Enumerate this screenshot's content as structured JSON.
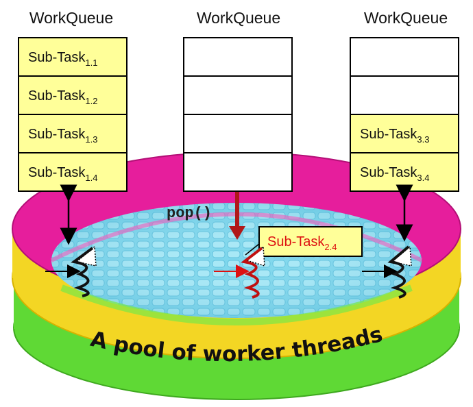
{
  "queues": [
    {
      "title": "WorkQueue",
      "cells": [
        {
          "base": "Sub-Task",
          "sub": "1.1"
        },
        {
          "base": "Sub-Task",
          "sub": "1.2"
        },
        {
          "base": "Sub-Task",
          "sub": "1.3"
        },
        {
          "base": "Sub-Task",
          "sub": "1.4"
        }
      ]
    },
    {
      "title": "WorkQueue",
      "cells": [
        null,
        null,
        null,
        null
      ]
    },
    {
      "title": "WorkQueue",
      "cells": [
        null,
        null,
        {
          "base": "Sub-Task",
          "sub": "3.3"
        },
        {
          "base": "Sub-Task",
          "sub": "3.4"
        }
      ]
    }
  ],
  "pop_label": "pop()",
  "popped_task": {
    "base": "Sub-Task",
    "sub": "2.4"
  },
  "pool_label": "A pool of worker threads",
  "colors": {
    "task_fill": "#ffff99",
    "empty_fill": "#ffffff",
    "pop_arrow": "#b01818",
    "popped_text": "#dd1111",
    "pool_magenta": "#e81f9f",
    "pool_yellow": "#f2d51e",
    "pool_green": "#66e23a",
    "pool_water": "#78d4ea"
  }
}
